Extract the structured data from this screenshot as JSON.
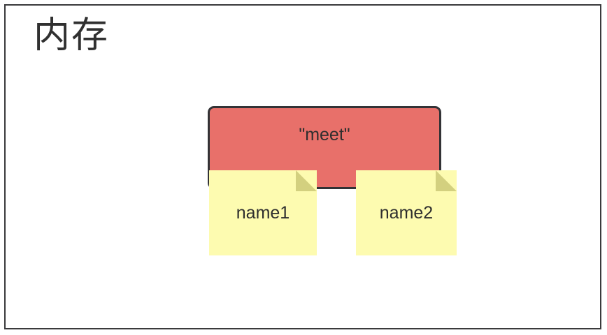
{
  "diagram": {
    "title": "内存",
    "memory_block": {
      "label": "\"meet\"",
      "fill_color": "#e8706a",
      "border_color": "#333336"
    },
    "notes": [
      {
        "label": "name1",
        "fill_color": "#fdfbb0",
        "fold_color": "#d3d07f"
      },
      {
        "label": "name2",
        "fill_color": "#fdfbb0",
        "fold_color": "#d3d07f"
      }
    ],
    "frame": {
      "border_color": "#3a3a3c",
      "background_color": "#ffffff"
    }
  }
}
